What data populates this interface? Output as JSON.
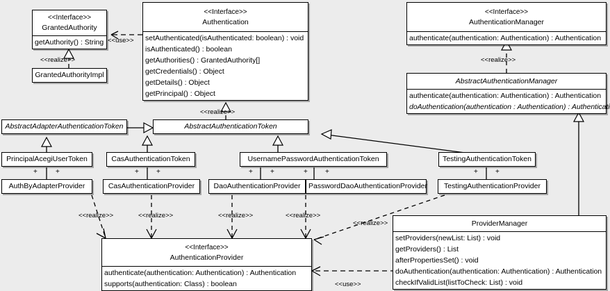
{
  "diagram": {
    "kind": "uml-class-diagram",
    "background_color": "#ececec",
    "box_fill": "#ffffff",
    "line_color": "#000000"
  },
  "classes": {
    "granted_authority": {
      "stereotype": "<<Interface>>",
      "name": "GrantedAuthority",
      "methods": [
        "getAuthority() : String"
      ]
    },
    "granted_authority_impl": {
      "name": "GrantedAuthorityImpl"
    },
    "authentication": {
      "stereotype": "<<Interface>>",
      "name": "Authentication",
      "methods": [
        "setAuthenticated(isAuthenticated: boolean) : void",
        "isAuthenticated() : boolean",
        "getAuthorities() : GrantedAuthority[]",
        "getCredentials() : Object",
        "getDetails() : Object",
        "getPrincipal() : Object"
      ]
    },
    "authentication_manager": {
      "stereotype": "<<Interface>>",
      "name": "AuthenticationManager",
      "methods": [
        "authenticate(authentication: Authentication) : Authentication"
      ]
    },
    "abstract_authentication_manager": {
      "name": "AbstractAuthenticationManager",
      "methods": [
        "authenticate(authentication: Authentication) : Authentication",
        "doAuthentication(authentication : Authentication) : Authentication"
      ]
    },
    "abstract_adapter_authentication_token": {
      "name": "AbstractAdapterAuthenticationToken"
    },
    "abstract_authentication_token": {
      "name": "AbstractAuthenticationToken"
    },
    "principal_acegi_user_token": {
      "name": "PrincipalAcegiUserToken"
    },
    "cas_authentication_token": {
      "name": "CasAuthenticationToken"
    },
    "username_password_authentication_token": {
      "name": "UsernamePasswordAuthenticationToken"
    },
    "testing_authentication_token": {
      "name": "TestingAuthenticationToken"
    },
    "auth_by_adapter_provider": {
      "name": "AuthByAdapterProvider"
    },
    "cas_authentication_provider": {
      "name": "CasAuthenticationProvider"
    },
    "dao_authentication_provider": {
      "name": "DaoAuthenticationProvider"
    },
    "password_dao_authentication_provider": {
      "name": "PasswordDaoAuthenticationProvider"
    },
    "testing_authentication_provider": {
      "name": "TestingAuthenticationProvider"
    },
    "authentication_provider": {
      "stereotype": "<<Interface>>",
      "name": "AuthenticationProvider",
      "methods": [
        "authenticate(authentication: Authentication) : Authentication",
        "supports(authentication: Class) : boolean"
      ]
    },
    "provider_manager": {
      "name": "ProviderManager",
      "methods": [
        "setProviders(newList: List) : void",
        "getProviders() : List",
        "afterPropertiesSet() : void",
        "doAuthentication(authentication: Authentication) : Authentication",
        "checkIfValidList(listToCheck: List) : void"
      ]
    }
  },
  "edge_labels": {
    "use_authentication_grantedauthority": "<<use>>",
    "realize_grantedauthorityimpl": "<<realize>>",
    "realize_abstract_authentication_token": "<<realize>>",
    "realize_abstract_authentication_manager": "<<realize>>",
    "realize_auth_by_adapter_provider": "<<realize>>",
    "realize_cas_authentication_provider": "<<realize>>",
    "realize_dao_authentication_provider": "<<realize>>",
    "realize_password_dao_authentication_provider": "<<realize>>",
    "realize_testing_authentication_provider": "<<realize>>",
    "use_provider_manager": "<<use>>"
  },
  "association_adornments": {
    "mark": "+",
    "counts": {
      "principal_acegi_user_token": 2,
      "cas_authentication_token": 2,
      "username_password_authentication_token": 4,
      "testing_authentication_token": 2
    }
  }
}
